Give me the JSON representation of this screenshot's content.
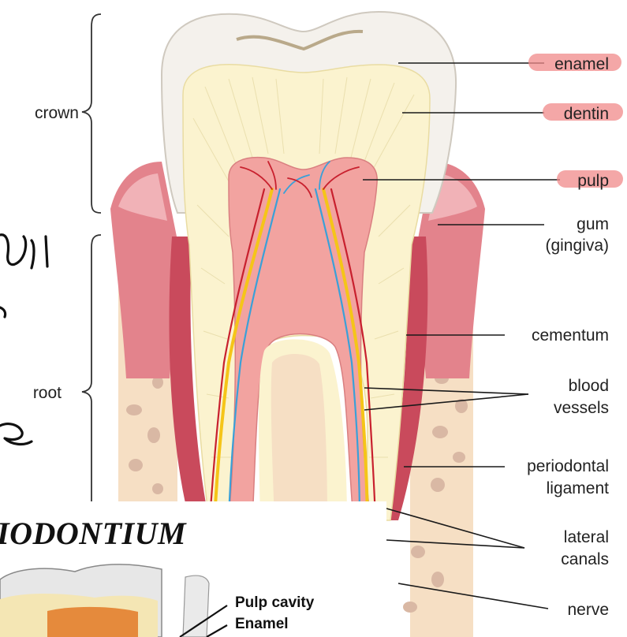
{
  "main_diagram": {
    "left_labels": {
      "crown": "crown",
      "root": "root"
    },
    "right_labels": {
      "enamel": "enamel",
      "dentin": "dentin",
      "pulp": "pulp",
      "gum": "gum",
      "gingiva": "(gingiva)",
      "cementum": "cementum",
      "blood_vessels_1": "blood",
      "blood_vessels_2": "vessels",
      "periodontal_1": "periodontal",
      "periodontal_2": "ligament",
      "lateral_1": "lateral",
      "lateral_2": "canals",
      "nerve": "nerve"
    },
    "highlighted": [
      "enamel",
      "dentin",
      "pulp"
    ]
  },
  "inset": {
    "title": "IODONTIUM",
    "labels": {
      "pulp_cavity": "Pulp cavity",
      "enamel": "Enamel"
    }
  },
  "colors": {
    "highlight": "#f08a8a",
    "enamel": "#f4f1ec",
    "dentin": "#fbf3cf",
    "pulp": "#f2a3a0",
    "gum": "#e3838c",
    "bone": "#f6dfc4",
    "bone_spots": "#d9b8a4",
    "nerve": "#f5c518",
    "vein": "#3aa0d8",
    "artery": "#c8202e"
  }
}
